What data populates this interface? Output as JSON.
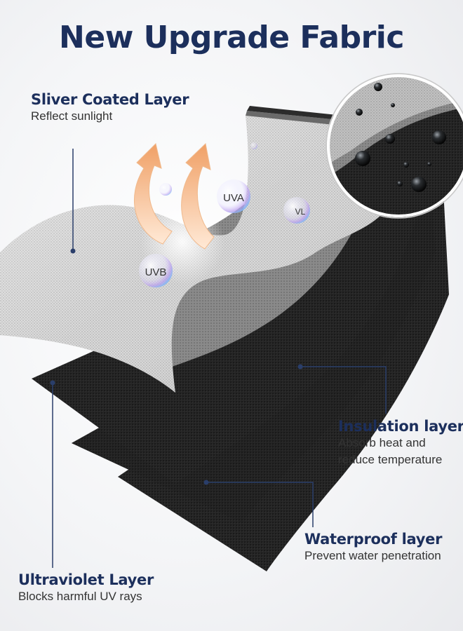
{
  "title": "New Upgrade Fabric",
  "layers": {
    "silver": {
      "name": "Sliver Coated Layer",
      "desc": "Reflect sunlight"
    },
    "insulation": {
      "name": "Insulation layer",
      "desc_line1": "Absorb heat and",
      "desc_line2": "reduce temperature"
    },
    "waterproof": {
      "name": "Waterproof layer",
      "desc": "Prevent water penetration"
    },
    "ultraviolet": {
      "name": "Ultraviolet Layer",
      "desc": "Blocks harmful UV rays"
    }
  },
  "rays": {
    "uva": "UVA",
    "vl": "VL",
    "uvb": "UVB"
  },
  "colors": {
    "heading": "#1c2f5c",
    "leader": "#2a3e6a",
    "silver_fabric": "#d4d4d4",
    "dark_fabric": "#1e1e1e",
    "arrow": "#f3b07a"
  },
  "icons": [
    "reflect-arrow-icon",
    "water-droplet-icon"
  ]
}
